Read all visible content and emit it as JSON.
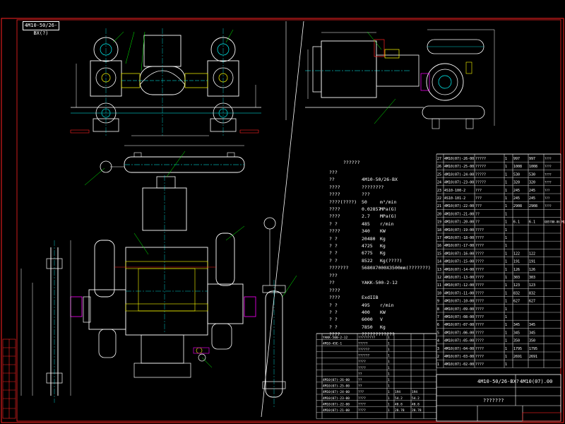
{
  "drawing": {
    "tag": "4M10-50/26-BX(?)",
    "title_id": "4M10-50/26-BX?",
    "title_code": "4M10(07).00",
    "title_name": "???????",
    "colors": {
      "background": "#000000",
      "outline": "#ffffff",
      "frame": "#ff2222",
      "center": "#00ffff",
      "part": "#ffff00",
      "label": "#00ff00",
      "accent": "#ff00ff"
    }
  },
  "specs": {
    "header": "??????",
    "rows1": [
      {
        "k": "???",
        "v": "",
        "u": ""
      },
      {
        "k": "??",
        "v": "4M10-50/26-BX",
        "u": ""
      },
      {
        "k": "????",
        "v": "????????",
        "u": ""
      },
      {
        "k": "????",
        "v": "???",
        "u": ""
      },
      {
        "k": "????(????)",
        "v": "50",
        "u": "m³/min"
      },
      {
        "k": "????",
        "v": "0.02857",
        "u": "MPa(G)"
      },
      {
        "k": "????",
        "v": "2.7",
        "u": "MPa(G)"
      },
      {
        "k": "? ?",
        "v": "485",
        "u": "r/min"
      },
      {
        "k": "????",
        "v": "340",
        "u": "KW"
      },
      {
        "k": "? ?",
        "v": "20480",
        "u": "Kg"
      },
      {
        "k": "? ?",
        "v": "4725",
        "u": "Kg"
      },
      {
        "k": "? ?",
        "v": "6775",
        "u": "Kg"
      },
      {
        "k": "? ?",
        "v": "8522",
        "u": "Kg(????)"
      },
      {
        "k": "???????",
        "v": "5680X7000X3500mm(???????)",
        "u": ""
      }
    ],
    "rows2": [
      {
        "k": "???",
        "v": "",
        "u": ""
      },
      {
        "k": "??",
        "v": "YAKK-500-2-12",
        "u": ""
      },
      {
        "k": "????",
        "v": "",
        "u": ""
      },
      {
        "k": "????",
        "v": "ExdIIB",
        "u": ""
      },
      {
        "k": "? ?",
        "v": "495",
        "u": "r/min"
      },
      {
        "k": "? ?",
        "v": "400",
        "u": "KW"
      },
      {
        "k": "? ?",
        "v": "6000",
        "u": "V"
      },
      {
        "k": "? ?",
        "v": "7850",
        "u": "Kg"
      },
      {
        "k": "????",
        "v": "????????????",
        "u": ""
      }
    ]
  },
  "parts_list": {
    "rows": [
      {
        "no": "27",
        "code": "4M10(07)-26-00",
        "name": "?????",
        "qty": "1",
        "wt": "997",
        "total": "997",
        "mat": "????"
      },
      {
        "no": "26",
        "code": "4M10(07)-25-00",
        "name": "?????",
        "qty": "1",
        "wt": "1008",
        "total": "1008",
        "mat": "????"
      },
      {
        "no": "25",
        "code": "4M10(07)-24-00",
        "name": "?????",
        "qty": "1",
        "wt": "530",
        "total": "530",
        "mat": "????"
      },
      {
        "no": "24",
        "code": "4M10(07)-23-00",
        "name": "?????",
        "qty": "1",
        "wt": "320",
        "total": "320",
        "mat": "????"
      },
      {
        "no": "23",
        "code": "4S10-100-2",
        "name": "???",
        "qty": "1",
        "wt": "245",
        "total": "245",
        "mat": "???"
      },
      {
        "no": "22",
        "code": "4S10-101-2",
        "name": "???",
        "qty": "1",
        "wt": "245",
        "total": "245",
        "mat": "???"
      },
      {
        "no": "21",
        "code": "4M10(07)-22-00",
        "name": "???",
        "qty": "1",
        "wt": "2908",
        "total": "2908",
        "mat": "????"
      },
      {
        "no": "20",
        "code": "4M10(07)-21-00",
        "name": "??",
        "qty": "1",
        "wt": "",
        "total": "",
        "mat": ""
      },
      {
        "no": "19",
        "code": "4M10(07)-20-00",
        "name": "??",
        "qty": "1",
        "wt": "6.1",
        "total": "6.1",
        "mat": "GB5780-86 M16"
      },
      {
        "no": "18",
        "code": "4M10(07)-19-00",
        "name": "????",
        "qty": "1",
        "wt": "",
        "total": "",
        "mat": ""
      },
      {
        "no": "17",
        "code": "4M10(07)-18-00",
        "name": "????",
        "qty": "1",
        "wt": "",
        "total": "",
        "mat": ""
      },
      {
        "no": "16",
        "code": "4M10(07)-17-00",
        "name": "????",
        "qty": "1",
        "wt": "",
        "total": "",
        "mat": ""
      },
      {
        "no": "15",
        "code": "4M10(07)-16-00",
        "name": "????",
        "qty": "1",
        "wt": "122",
        "total": "122",
        "mat": ""
      },
      {
        "no": "14",
        "code": "4M10(07)-15-00",
        "name": "????",
        "qty": "1",
        "wt": "191",
        "total": "191",
        "mat": ""
      },
      {
        "no": "13",
        "code": "4M10(07)-14-00",
        "name": "????",
        "qty": "1",
        "wt": "126",
        "total": "126",
        "mat": ""
      },
      {
        "no": "12",
        "code": "4M10(07)-13-00",
        "name": "????",
        "qty": "1",
        "wt": "303",
        "total": "303",
        "mat": ""
      },
      {
        "no": "11",
        "code": "4M10(07)-12-00",
        "name": "????",
        "qty": "1",
        "wt": "123",
        "total": "123",
        "mat": ""
      },
      {
        "no": "10",
        "code": "4M10(07)-11-00",
        "name": "????",
        "qty": "1",
        "wt": "832",
        "total": "832",
        "mat": ""
      },
      {
        "no": "9",
        "code": "4M10(07)-10-00",
        "name": "????",
        "qty": "1",
        "wt": "627",
        "total": "627",
        "mat": ""
      },
      {
        "no": "8",
        "code": "4M10(07)-09-00",
        "name": "????",
        "qty": "1",
        "wt": "",
        "total": "",
        "mat": ""
      },
      {
        "no": "7",
        "code": "4M10(07)-08-00",
        "name": "????",
        "qty": "1",
        "wt": "",
        "total": "",
        "mat": ""
      },
      {
        "no": "6",
        "code": "4M10(07)-07-00",
        "name": "????",
        "qty": "1",
        "wt": "345",
        "total": "345",
        "mat": ""
      },
      {
        "no": "5",
        "code": "4M10(07)-06-00",
        "name": "????",
        "qty": "1",
        "wt": "345",
        "total": "345",
        "mat": ""
      },
      {
        "no": "4",
        "code": "4M10(07)-05-00",
        "name": "????",
        "qty": "1",
        "wt": "350",
        "total": "350",
        "mat": ""
      },
      {
        "no": "3",
        "code": "4M10(07)-04-00",
        "name": "????",
        "qty": "1",
        "wt": "1795",
        "total": "1795",
        "mat": ""
      },
      {
        "no": "2",
        "code": "4M10(07)-03-00",
        "name": "????",
        "qty": "1",
        "wt": "2691",
        "total": "2691",
        "mat": ""
      },
      {
        "no": "1",
        "code": "4M10(07)-02-00",
        "name": "????",
        "qty": "1",
        "wt": "",
        "total": "",
        "mat": ""
      }
    ]
  },
  "bottom_list": {
    "rows": [
      {
        "code": "YAKK-500-2-12",
        "name": "?????????",
        "qty": "1",
        "wt": "",
        "total": ""
      },
      {
        "code": "4M10-45E-1",
        "name": "?????",
        "qty": "1",
        "wt": "",
        "total": ""
      },
      {
        "code": "",
        "name": "??????",
        "qty": "1",
        "wt": "",
        "total": ""
      },
      {
        "code": "",
        "name": "??????",
        "qty": "1",
        "wt": "",
        "total": ""
      },
      {
        "code": "",
        "name": "????",
        "qty": "1",
        "wt": "",
        "total": ""
      },
      {
        "code": "",
        "name": "????",
        "qty": "1",
        "wt": "",
        "total": ""
      },
      {
        "code": "",
        "name": "??",
        "qty": "1",
        "wt": "",
        "total": ""
      },
      {
        "code": "4M10(07)-26-00",
        "name": "??",
        "qty": "1",
        "wt": "",
        "total": ""
      },
      {
        "code": "4M10(07)-25-00",
        "name": "??",
        "qty": "1",
        "wt": "",
        "total": ""
      },
      {
        "code": "4M10(07)-24-00",
        "name": "???",
        "qty": "1",
        "wt": "194",
        "total": "194"
      },
      {
        "code": "4M10(07)-23-00",
        "name": "????",
        "qty": "1",
        "wt": "54.2",
        "total": "54.2"
      },
      {
        "code": "4M10(07)-22-00",
        "name": "????",
        "qty": "1",
        "wt": "48.8",
        "total": "48.8"
      },
      {
        "code": "4M10(07)-21-00",
        "name": "????",
        "qty": "1",
        "wt": "28.78",
        "total": "28.78"
      }
    ]
  }
}
